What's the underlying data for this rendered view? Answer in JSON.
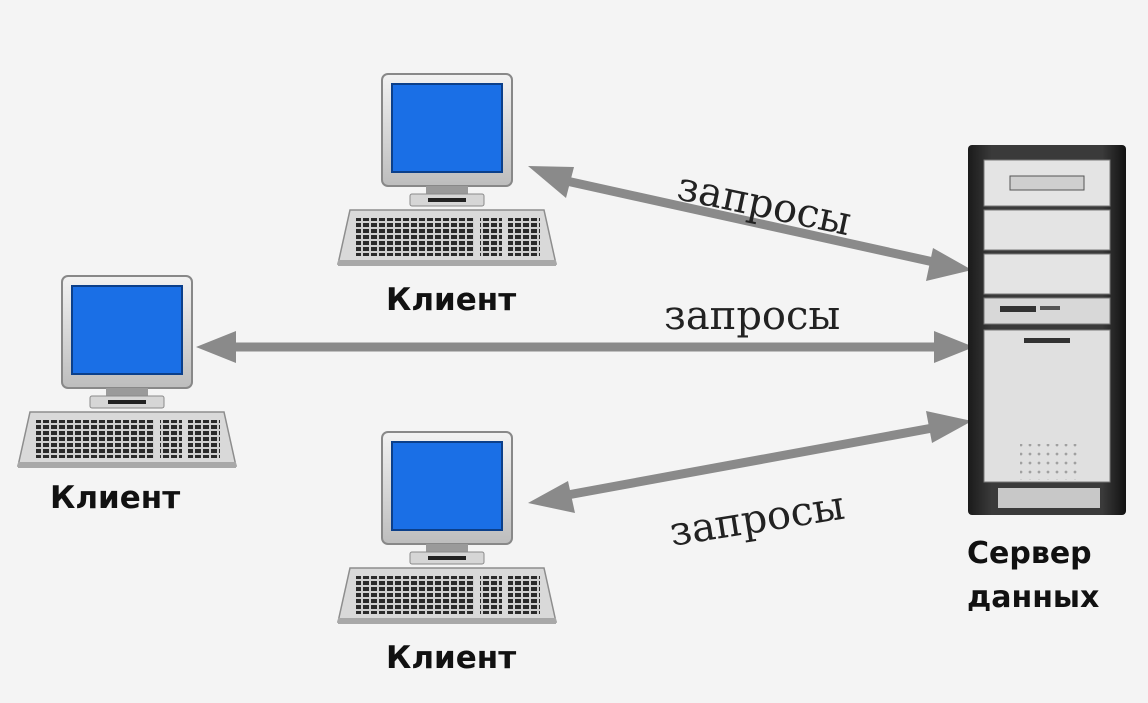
{
  "clients": [
    {
      "label": "Клиент"
    },
    {
      "label": "Клиент"
    },
    {
      "label": "Клиент"
    }
  ],
  "requests": [
    {
      "label": "запросы"
    },
    {
      "label": "запросы"
    },
    {
      "label": "запросы"
    }
  ],
  "server": {
    "line1": "Сервер",
    "line2": "данных"
  },
  "colors": {
    "screen": "#1a6fe6",
    "arrow": "#8a8a8a",
    "background": "#f4f4f4"
  }
}
